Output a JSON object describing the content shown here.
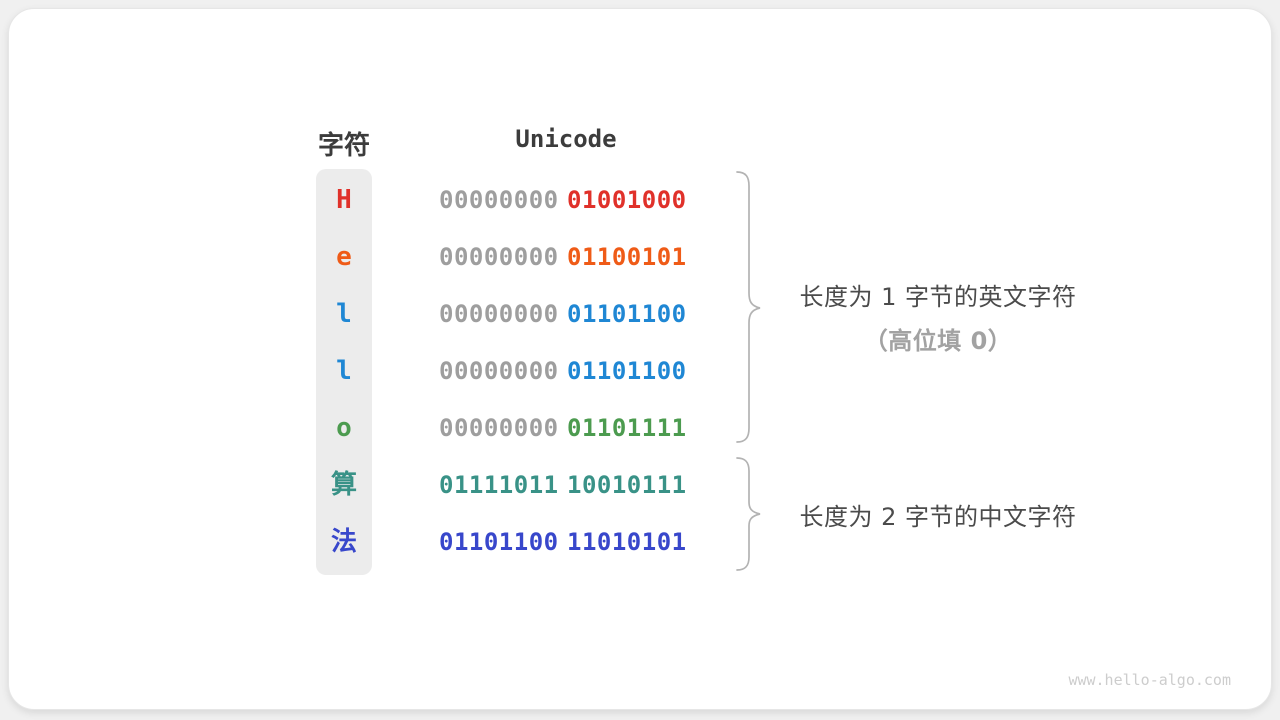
{
  "header": {
    "char_col": "字符",
    "unicode_col": "Unicode"
  },
  "rows": [
    {
      "char": "H",
      "byte1": "00000000",
      "byte2": "01001000",
      "char_color": "red",
      "byte1_color": "gray_bits",
      "byte2_color": "red"
    },
    {
      "char": "e",
      "byte1": "00000000",
      "byte2": "01100101",
      "char_color": "orange",
      "byte1_color": "gray_bits",
      "byte2_color": "orange"
    },
    {
      "char": "l",
      "byte1": "00000000",
      "byte2": "01101100",
      "char_color": "blue",
      "byte1_color": "gray_bits",
      "byte2_color": "blue"
    },
    {
      "char": "l",
      "byte1": "00000000",
      "byte2": "01101100",
      "char_color": "blue",
      "byte1_color": "gray_bits",
      "byte2_color": "blue"
    },
    {
      "char": "o",
      "byte1": "00000000",
      "byte2": "01101111",
      "char_color": "green",
      "byte1_color": "gray_bits",
      "byte2_color": "green"
    },
    {
      "char": "算",
      "byte1": "01111011",
      "byte2": "10010111",
      "char_color": "teal",
      "byte1_color": "teal",
      "byte2_color": "teal"
    },
    {
      "char": "法",
      "byte1": "01101100",
      "byte2": "11010101",
      "char_color": "indigo",
      "byte1_color": "indigo",
      "byte2_color": "indigo"
    }
  ],
  "annotations": {
    "group1_line1": "长度为 1 字节的英文字符",
    "group1_line2": "（高位填 0）",
    "group2_line1": "长度为 2 字节的中文字符"
  },
  "watermark": "www.hello-algo.com",
  "colors": {
    "red": "#e0312a",
    "orange": "#ef5b17",
    "blue": "#1f87d4",
    "green": "#4c9b4f",
    "teal": "#399287",
    "indigo": "#3847cb",
    "gray_bits": "#9e9e9e",
    "char_column_bg": "#ececec",
    "heading": "#3c3c3c",
    "note": "#4b4b4b",
    "note_muted": "#a2a2a2",
    "brace": "#b3b3b3",
    "watermark": "#cdcdcd"
  }
}
